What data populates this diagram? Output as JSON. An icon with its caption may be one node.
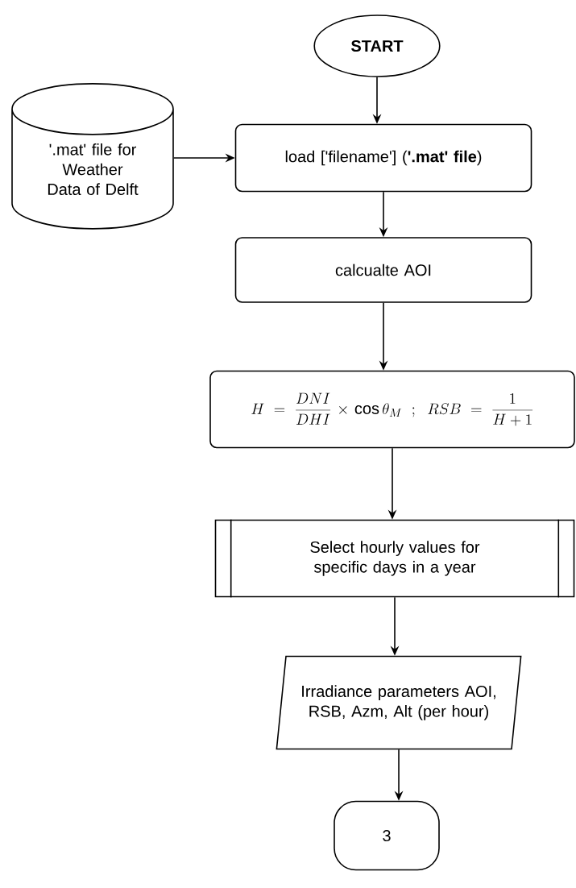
{
  "diagram": {
    "nodes": [
      {
        "text": [
          "START"
        ]
      },
      {
        "text": [
          "'.mat' file for Weather Data of Delft"
        ]
      },
      {
        "text": [
          "load ['filename'] (**'.mat' file**)"
        ]
      },
      {
        "text": [
          "calcualte AOI"
        ]
      },
      {
        "text": [
          "H=\\frac{DNI}{DHI}\\times\\cos\\theta_M\\;;\\;RSB=\\frac{1}{H+1}"
        ]
      },
      {
        "text": [
          "Select hourly values for specific days in a year"
        ]
      },
      {
        "text": [
          "Irradiance parameters AOI, RSB, Azm, Alt (per hour)"
        ]
      },
      {
        "text": [
          "3"
        ]
      }
    ],
    "edges": [
      {
        "from": 0,
        "to": 2,
        "arrow": "to"
      },
      {
        "from": 1,
        "to": 2,
        "arrow": "to"
      },
      {
        "from": 2,
        "to": 3,
        "arrow": "to"
      },
      {
        "from": 3,
        "to": 4,
        "arrow": "to"
      },
      {
        "from": 4,
        "to": 5,
        "arrow": "to"
      },
      {
        "from": 5,
        "to": 6,
        "arrow": "to"
      },
      {
        "from": 6,
        "to": 7,
        "arrow": "to"
      }
    ]
  }
}
